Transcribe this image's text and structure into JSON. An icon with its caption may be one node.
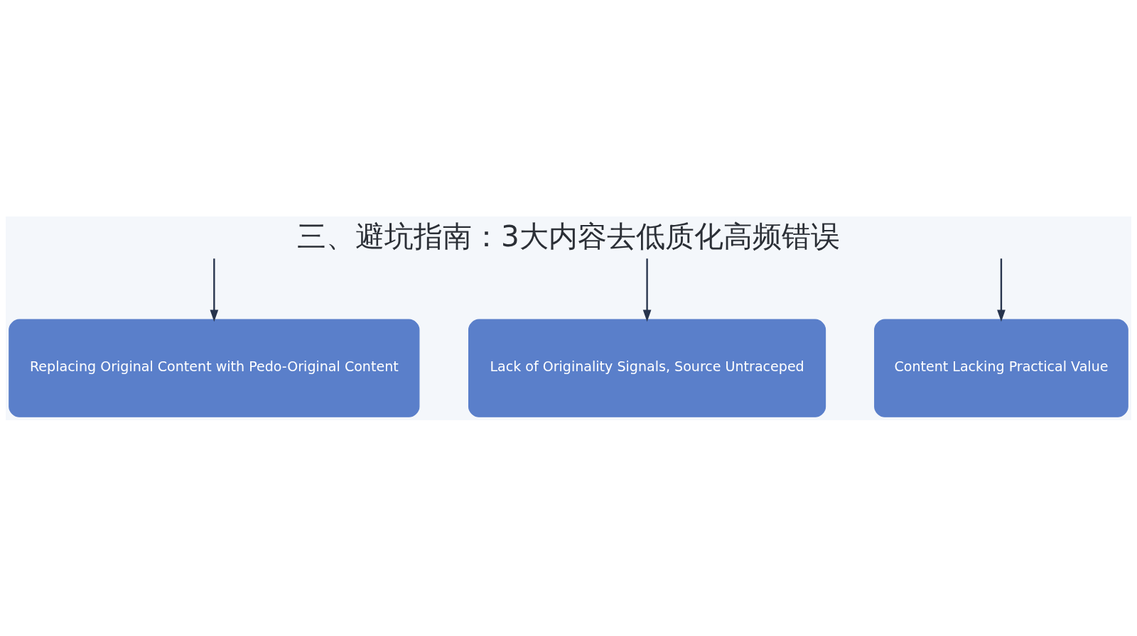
{
  "diagram": {
    "title": "三、避坑指南：3大内容去低质化高频错误",
    "nodes": [
      {
        "text": [
          "Replacing Original Content with Pedo-Original Content"
        ]
      },
      {
        "text": [
          "Lack of Originality Signals, Source Untraceped"
        ]
      },
      {
        "text": [
          "Content Lacking Practical Value"
        ]
      }
    ],
    "edges": [
      {
        "from": null,
        "to": 0,
        "arrow": "to"
      },
      {
        "from": null,
        "to": 1,
        "arrow": "to"
      },
      {
        "from": null,
        "to": 2,
        "arrow": "to"
      }
    ]
  }
}
